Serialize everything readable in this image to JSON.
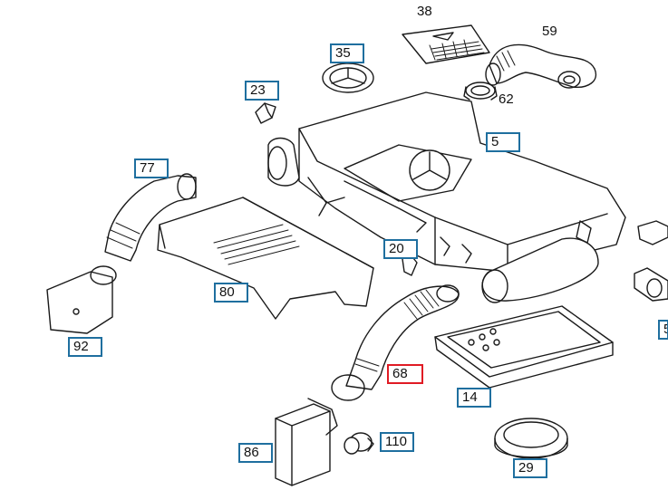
{
  "diagram": {
    "accent_color": "#1f6f9f",
    "selected_color": "#e01b24",
    "callouts": [
      {
        "id": "38",
        "label": "38",
        "boxed": false,
        "selected": false
      },
      {
        "id": "59",
        "label": "59",
        "boxed": false,
        "selected": false
      },
      {
        "id": "35",
        "label": "35",
        "boxed": true,
        "selected": false
      },
      {
        "id": "23",
        "label": "23",
        "boxed": true,
        "selected": false
      },
      {
        "id": "62",
        "label": "62",
        "boxed": false,
        "selected": false
      },
      {
        "id": "5",
        "label": "5",
        "boxed": true,
        "selected": false
      },
      {
        "id": "77",
        "label": "77",
        "boxed": true,
        "selected": false
      },
      {
        "id": "20",
        "label": "20",
        "boxed": true,
        "selected": false
      },
      {
        "id": "80",
        "label": "80",
        "boxed": true,
        "selected": false
      },
      {
        "id": "92",
        "label": "92",
        "boxed": true,
        "selected": false
      },
      {
        "id": "68",
        "label": "68",
        "boxed": true,
        "selected": true
      },
      {
        "id": "14",
        "label": "14",
        "boxed": true,
        "selected": false
      },
      {
        "id": "86",
        "label": "86",
        "boxed": true,
        "selected": false
      },
      {
        "id": "110",
        "label": "110",
        "boxed": true,
        "selected": false
      },
      {
        "id": "29",
        "label": "29",
        "boxed": true,
        "selected": false
      },
      {
        "id": "5b",
        "label": "5",
        "boxed": true,
        "selected": false
      }
    ]
  }
}
